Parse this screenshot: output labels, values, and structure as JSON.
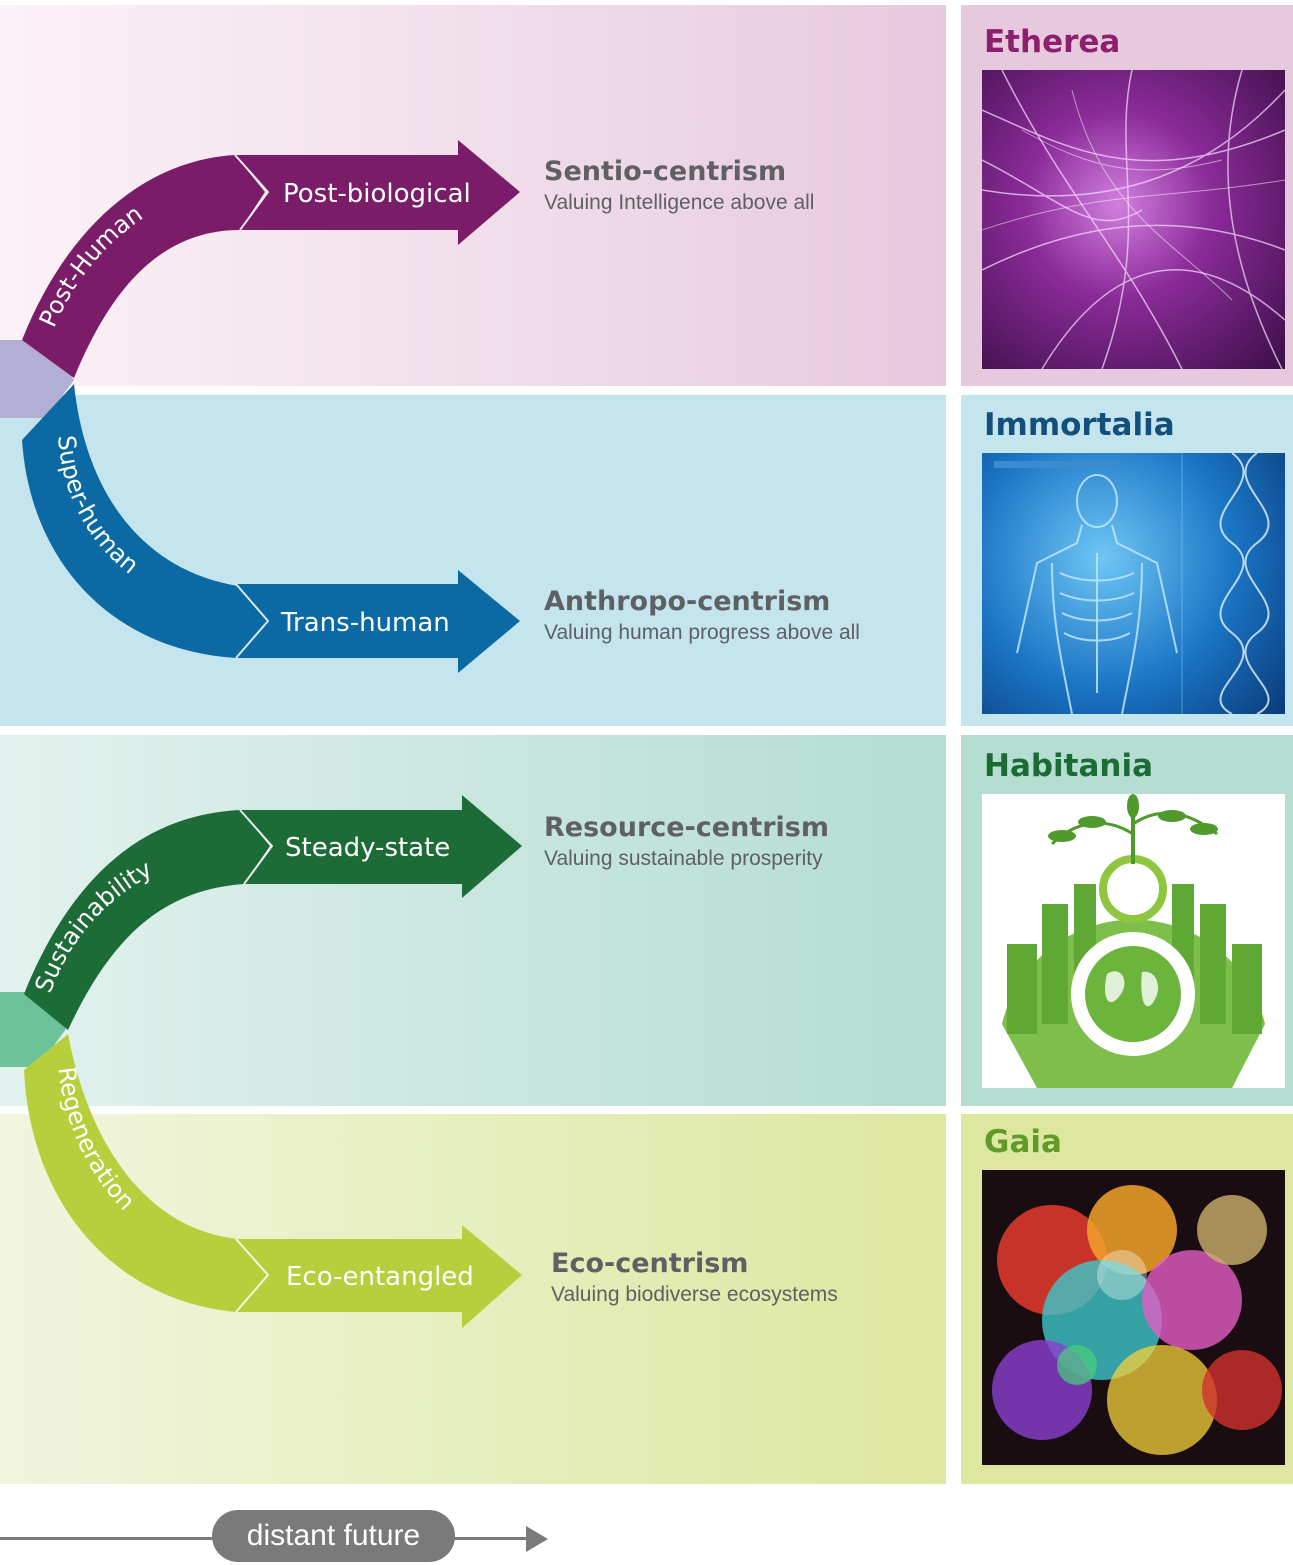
{
  "rows": [
    {
      "curve_label": "Post-Human",
      "arrow_label": "Post-biological",
      "centrism_title": "Sentio-centrism",
      "centrism_desc": "Valuing Intelligence above all",
      "world_title": "Etherea",
      "image_icon": "neural-network-image",
      "color": "#7b1c68"
    },
    {
      "curve_label": "Super-human",
      "arrow_label": "Trans-human",
      "centrism_title": "Anthropo-centrism",
      "centrism_desc": "Valuing human progress above all",
      "world_title": "Immortalia",
      "image_icon": "human-body-dna-image",
      "color": "#0b6aa3"
    },
    {
      "curve_label": "Sustainability",
      "arrow_label": "Steady-state",
      "centrism_title": "Resource-centrism",
      "centrism_desc": "Valuing sustainable prosperity",
      "world_title": "Habitania",
      "image_icon": "green-city-globe-image",
      "color": "#1d6b37"
    },
    {
      "curve_label": "Regeneration",
      "arrow_label": "Eco-entangled",
      "centrism_title": "Eco-centrism",
      "centrism_desc": "Valuing biodiverse ecosystems",
      "world_title": "Gaia",
      "image_icon": "colorful-fractal-nature-image",
      "color": "#b7cf3c"
    }
  ],
  "timeline": {
    "label": "distant future"
  },
  "colors": {
    "purple_hub": "#b3aed3",
    "green_hub": "#6cc39a",
    "timeline_gray": "#7a7a7a"
  }
}
